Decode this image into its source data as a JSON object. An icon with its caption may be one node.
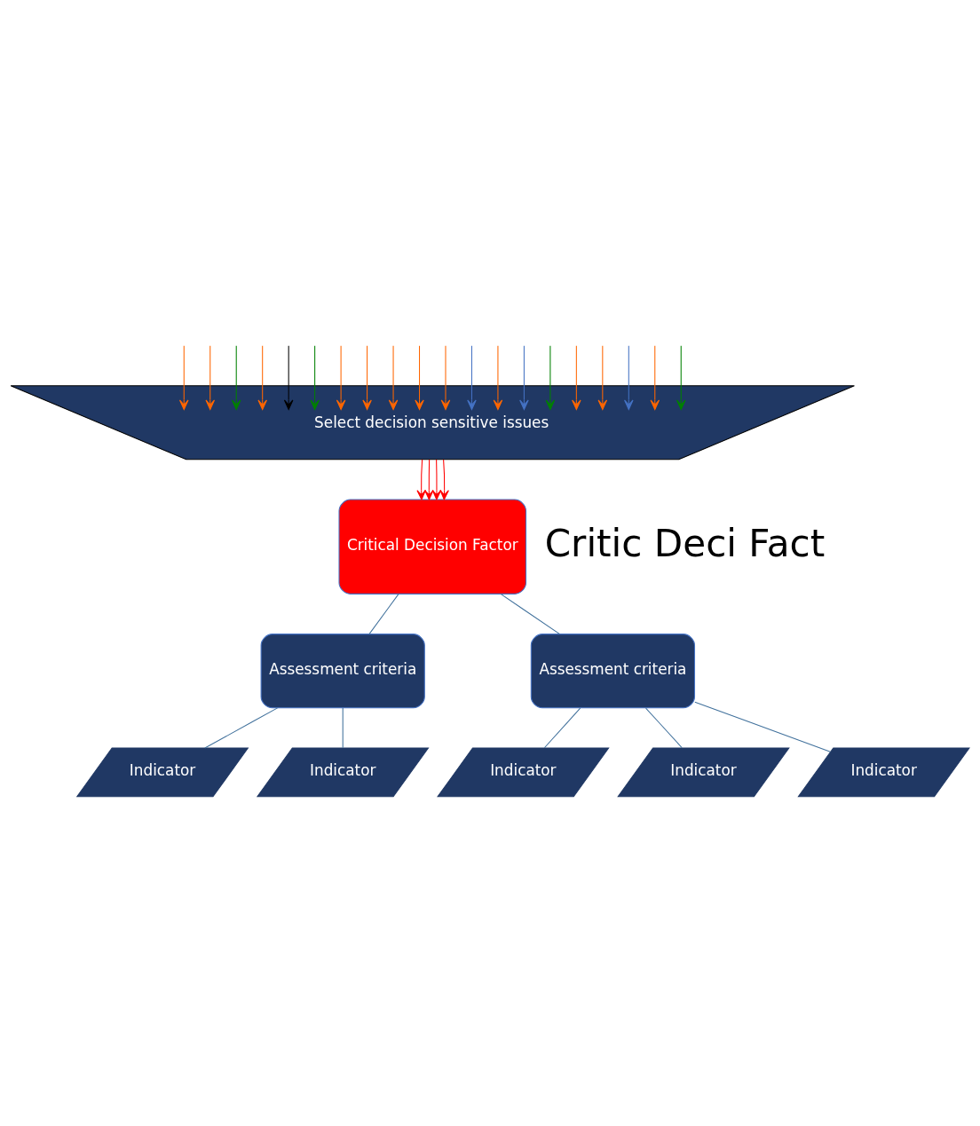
{
  "diagram": {
    "nodes": [
      {
        "text": [
          "Select decision sensitive issues"
        ]
      },
      {
        "text": [
          "Critical Decision Factor"
        ]
      },
      {
        "text": [
          "Assessment criteria"
        ]
      },
      {
        "text": [
          "Assessment criteria"
        ]
      },
      {
        "text": [
          "Indicator"
        ]
      },
      {
        "text": [
          "Indicator"
        ]
      },
      {
        "text": [
          "Indicator"
        ]
      },
      {
        "text": [
          "Indicator"
        ]
      },
      {
        "text": [
          "Indicator"
        ]
      }
    ],
    "edges": [
      {
        "from": null,
        "to": 0,
        "arrow": "to"
      },
      {
        "from": null,
        "to": 0,
        "arrow": "to"
      },
      {
        "from": null,
        "to": 0,
        "arrow": "to",
        "color": "#008000"
      },
      {
        "from": null,
        "to": 0,
        "arrow": "to"
      },
      {
        "from": null,
        "to": 0,
        "arrow": "to",
        "color": "#000000"
      },
      {
        "from": null,
        "to": 0,
        "arrow": "to",
        "color": "#008000"
      },
      {
        "from": null,
        "to": 0,
        "arrow": "to"
      },
      {
        "from": null,
        "to": 0,
        "arrow": "to"
      },
      {
        "from": null,
        "to": 0,
        "arrow": "to"
      },
      {
        "from": null,
        "to": 0,
        "arrow": "to"
      },
      {
        "from": null,
        "to": 0,
        "arrow": "to"
      },
      {
        "from": null,
        "to": 0,
        "arrow": "to",
        "color": "#4472c4"
      },
      {
        "from": null,
        "to": 0,
        "arrow": "to"
      },
      {
        "from": null,
        "to": 0,
        "arrow": "to",
        "color": "#4472c4"
      },
      {
        "from": null,
        "to": 0,
        "arrow": "to",
        "color": "#008000"
      },
      {
        "from": null,
        "to": 0,
        "arrow": "to"
      },
      {
        "from": null,
        "to": 0,
        "arrow": "to"
      },
      {
        "from": null,
        "to": 0,
        "arrow": "to",
        "color": "#4472c4"
      },
      {
        "from": null,
        "to": 0,
        "arrow": "to"
      },
      {
        "from": null,
        "to": 0,
        "arrow": "to",
        "color": "#008000"
      },
      {
        "from": 0,
        "to": 1,
        "arrow": "to",
        "color": "#ff0000"
      },
      {
        "from": 0,
        "to": 1,
        "arrow": "to",
        "color": "#ff0000"
      },
      {
        "from": 0,
        "to": 1,
        "arrow": "to",
        "color": "#ff0000"
      },
      {
        "from": 0,
        "to": 1,
        "arrow": "to",
        "color": "#ff0000"
      },
      {
        "from": 1,
        "to": 2,
        "arrow": "none",
        "color": "#41719c"
      },
      {
        "from": 1,
        "to": 3,
        "arrow": "none",
        "color": "#41719c"
      },
      {
        "from": 2,
        "to": 4,
        "arrow": "none",
        "color": "#41719c"
      },
      {
        "from": 2,
        "to": 5,
        "arrow": "none",
        "color": "#41719c"
      },
      {
        "from": 3,
        "to": 6,
        "arrow": "none",
        "color": "#41719c"
      },
      {
        "from": 3,
        "to": 7,
        "arrow": "none",
        "color": "#41719c"
      },
      {
        "from": 3,
        "to": 8,
        "arrow": "none",
        "color": "#41719c"
      }
    ],
    "labels": [
      "Critic Deci Fact"
    ]
  }
}
